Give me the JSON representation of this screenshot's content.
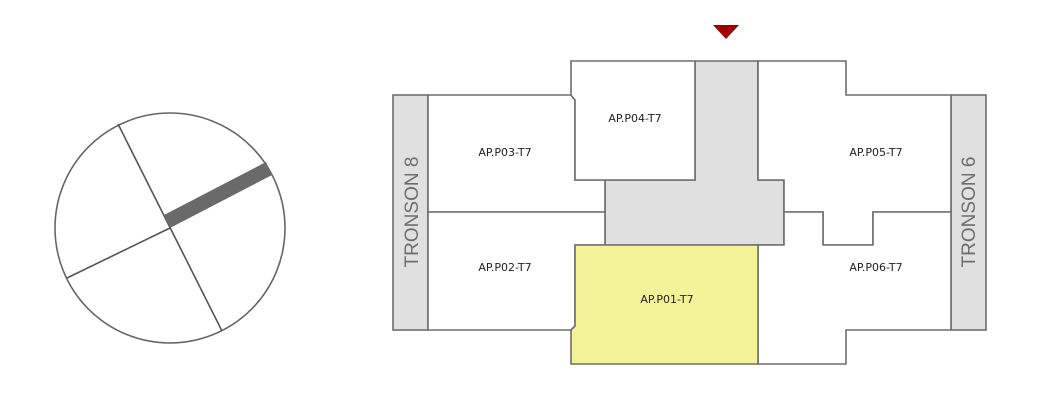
{
  "compass": {
    "highlighted_direction": "north-east"
  },
  "entrance_marker": {
    "color": "#a00000"
  },
  "floor_plan": {
    "neighbors": [
      {
        "id": "tronson-8",
        "label": "TRONSON 8"
      },
      {
        "id": "tronson-6",
        "label": "TRONSON 6"
      }
    ],
    "units": [
      {
        "id": "p01",
        "label": "AP.P01-T7",
        "selected": true
      },
      {
        "id": "p02",
        "label": "AP.P02-T7",
        "selected": false
      },
      {
        "id": "p03",
        "label": "AP.P03-T7",
        "selected": false
      },
      {
        "id": "p04",
        "label": "AP.P04-T7",
        "selected": false
      },
      {
        "id": "p05",
        "label": "AP.P05-T7",
        "selected": false
      },
      {
        "id": "p06",
        "label": "AP.P06-T7",
        "selected": false
      }
    ],
    "colors": {
      "selected": "#f5f39a",
      "core": "#e0e0e0",
      "outline": "#6e6e6e"
    }
  }
}
